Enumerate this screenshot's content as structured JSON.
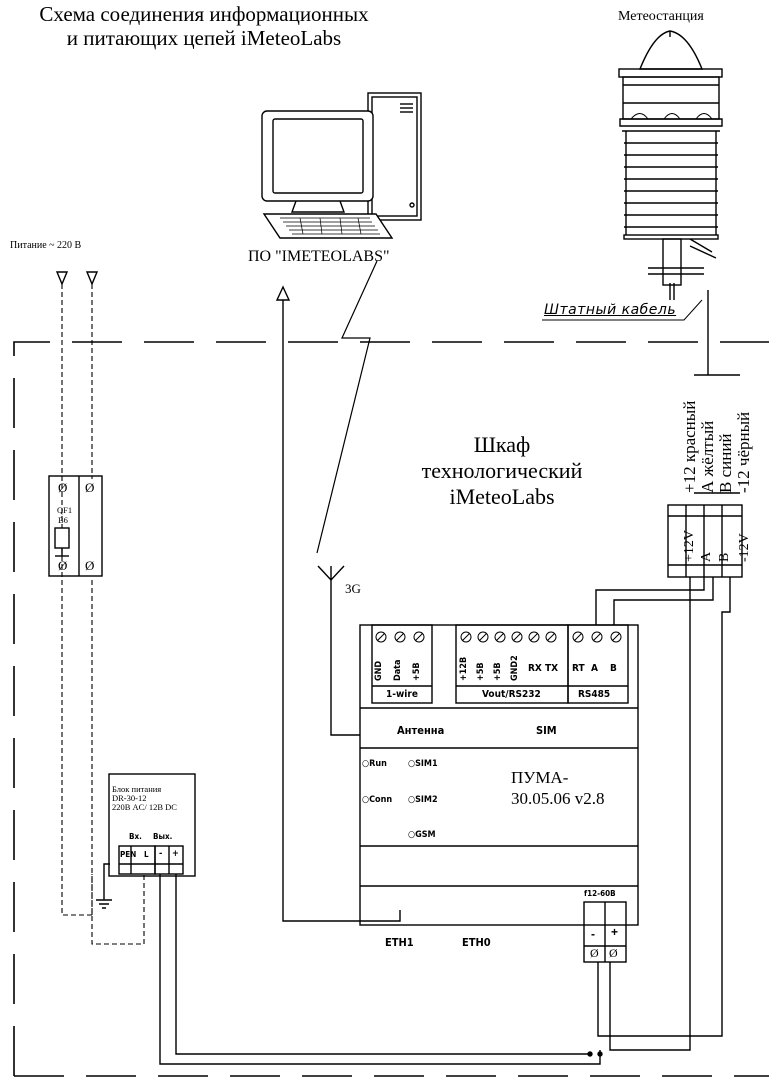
{
  "title": {
    "line1": "Схема соединения информационных",
    "line2": "и питающих цепей iMeteoLabs"
  },
  "weather_station": {
    "label": "Метеостанция",
    "cable_label": "Штатный кабель"
  },
  "computer": {
    "label": "ПО \"IMETEOLABS\""
  },
  "power": {
    "label": "Питание ~ 220 В"
  },
  "cabinet": {
    "line1": "Шкаф",
    "line2": "технологический",
    "line3": "iMeteoLabs"
  },
  "wires": [
    "+12 красный",
    "А жёлтый",
    "В синий",
    "-12 чёрный"
  ],
  "terminal_block": [
    "+12V",
    "A",
    "B",
    "-12V"
  ],
  "breaker": {
    "name": "QF1",
    "rating": "B6",
    "symbol": "Ø"
  },
  "antenna": {
    "label": "3G"
  },
  "controller": {
    "terminals_1wire": [
      "GND",
      "Data",
      "+5B"
    ],
    "terminals_vout": [
      "+12B",
      "+5B",
      "+5B",
      "GND2",
      "RX",
      "TX"
    ],
    "terminals_rs485": [
      "RT",
      "A",
      "B"
    ],
    "group_1wire": "1-wire",
    "group_vout": "Vout/RS232",
    "group_rs485": "RS485",
    "antenna_label": "Антенна",
    "sim_label": "SIM",
    "leds": [
      "Run",
      "Conn",
      "SIM1",
      "SIM2",
      "GSM"
    ],
    "model_line1": "ПУМА-",
    "model_line2": "30.05.06 v2.8",
    "power_input": "f12-60B",
    "power_terms": [
      "-",
      "+"
    ],
    "eth1": "ETH1",
    "eth0": "ETH0"
  },
  "psu": {
    "line1": "Блок питания",
    "line2": "DR-30-12",
    "line3": "220В AC/ 12В DC",
    "in_label": "Вх.",
    "out_label": "Вых.",
    "in_terms": [
      "PEN",
      "L"
    ],
    "out_terms": [
      "-",
      "+"
    ]
  }
}
